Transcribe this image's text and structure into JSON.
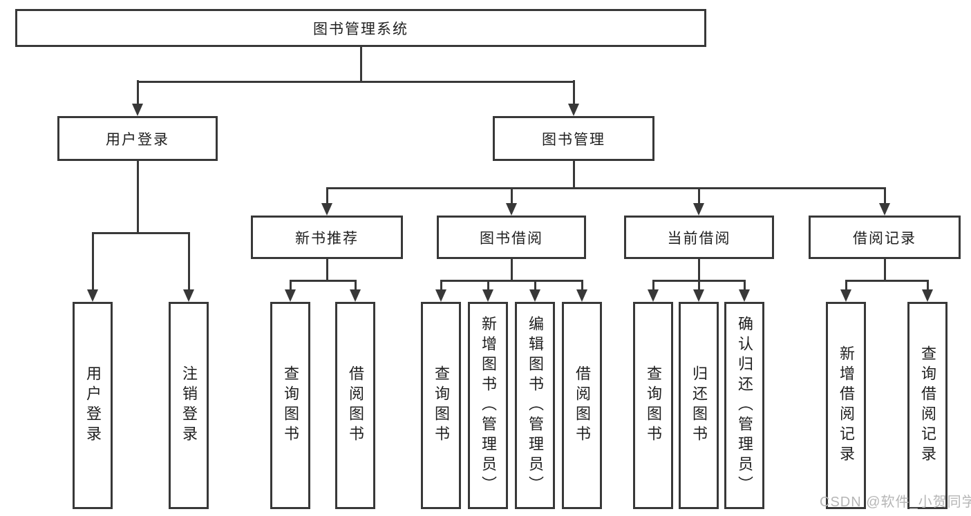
{
  "colors": {
    "line": "#383838",
    "box_border": "#383838",
    "box_fill": "#ffffff",
    "text": "#1f1f1f",
    "watermark": "#b6b6b6",
    "background": "#ffffff"
  },
  "watermark": {
    "text": "CSDN @软件_小贺同学"
  },
  "tree": {
    "root": {
      "label": "图书管理系统"
    },
    "branches": [
      {
        "label": "用户登录",
        "children": [
          {
            "label": "用户登录"
          },
          {
            "label": "注销登录"
          }
        ]
      },
      {
        "label": "图书管理",
        "children": [
          {
            "label": "新书推荐",
            "children": [
              {
                "label": "查询图书"
              },
              {
                "label": "借阅图书"
              }
            ]
          },
          {
            "label": "图书借阅",
            "children": [
              {
                "label": "查询图书"
              },
              {
                "label": "新增图书（管理员）"
              },
              {
                "label": "编辑图书（管理员）"
              },
              {
                "label": "借阅图书"
              }
            ]
          },
          {
            "label": "当前借阅",
            "children": [
              {
                "label": "查询图书"
              },
              {
                "label": "归还图书"
              },
              {
                "label": "确认归还（管理员）"
              }
            ]
          },
          {
            "label": "借阅记录",
            "children": [
              {
                "label": "新增借阅记录"
              },
              {
                "label": "查询借阅记录"
              }
            ]
          }
        ]
      }
    ]
  }
}
